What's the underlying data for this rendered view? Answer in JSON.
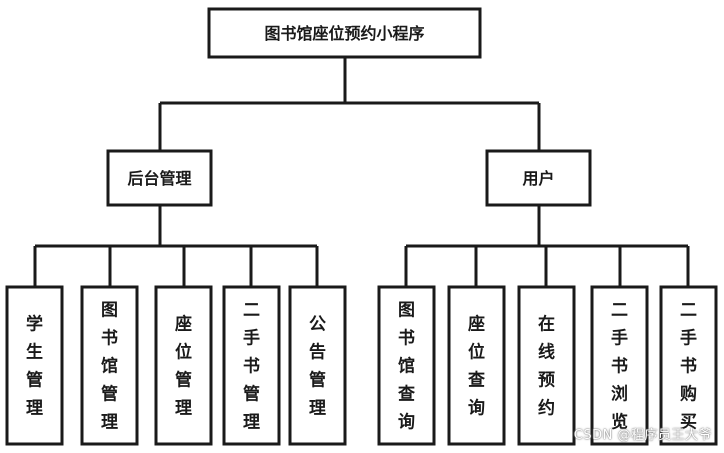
{
  "root": {
    "label": "图书馆座位预约小程序"
  },
  "branches": [
    {
      "label": "后台管理",
      "children": [
        "学生管理",
        "图书馆管理",
        "座位管理",
        "二手书管理",
        "公告管理"
      ]
    },
    {
      "label": "用户",
      "children": [
        "图书馆查询",
        "座位查询",
        "在线预约",
        "二手书浏览",
        "二手书购买"
      ]
    }
  ],
  "watermark": "CSDN @程序员王大爷"
}
